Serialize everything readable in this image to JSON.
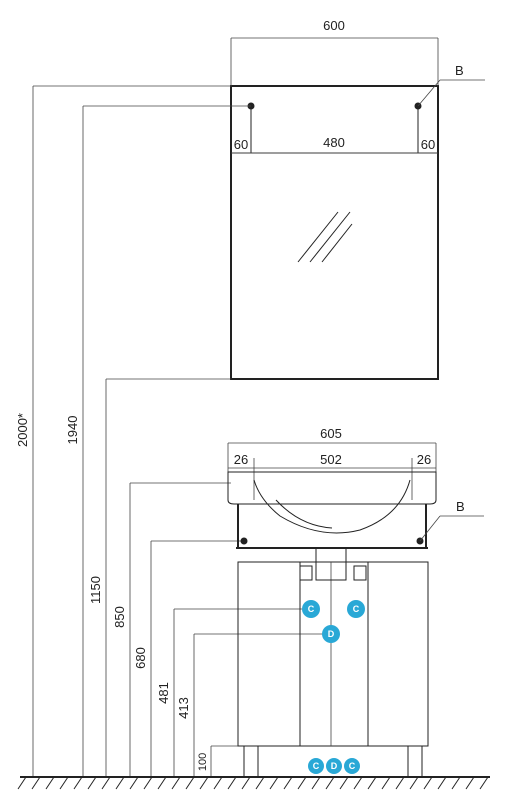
{
  "dimensions": {
    "mirror_width": "600",
    "mirror_inner": "480",
    "mirror_side_left": "60",
    "mirror_side_right": "60",
    "cabinet_width": "605",
    "cabinet_inner": "502",
    "cabinet_side_left": "26",
    "cabinet_side_right": "26",
    "total_height": "2000*",
    "mirror_mount_height": "1940",
    "mirror_bottom_height": "1150",
    "cabinet_top_height": "850",
    "cabinet_mount_height": "680",
    "connection_c_height": "481",
    "connection_d_height": "413",
    "leg_height": "100"
  },
  "labels": {
    "mount_b_top": "B",
    "mount_b_cabinet": "B",
    "badge_c_left": "C",
    "badge_c_right": "C",
    "badge_d_mid": "D",
    "badge_c_bottom_left": "C",
    "badge_d_bottom": "D",
    "badge_c_bottom_right": "C"
  },
  "colors": {
    "badge": "#29a8d6"
  }
}
